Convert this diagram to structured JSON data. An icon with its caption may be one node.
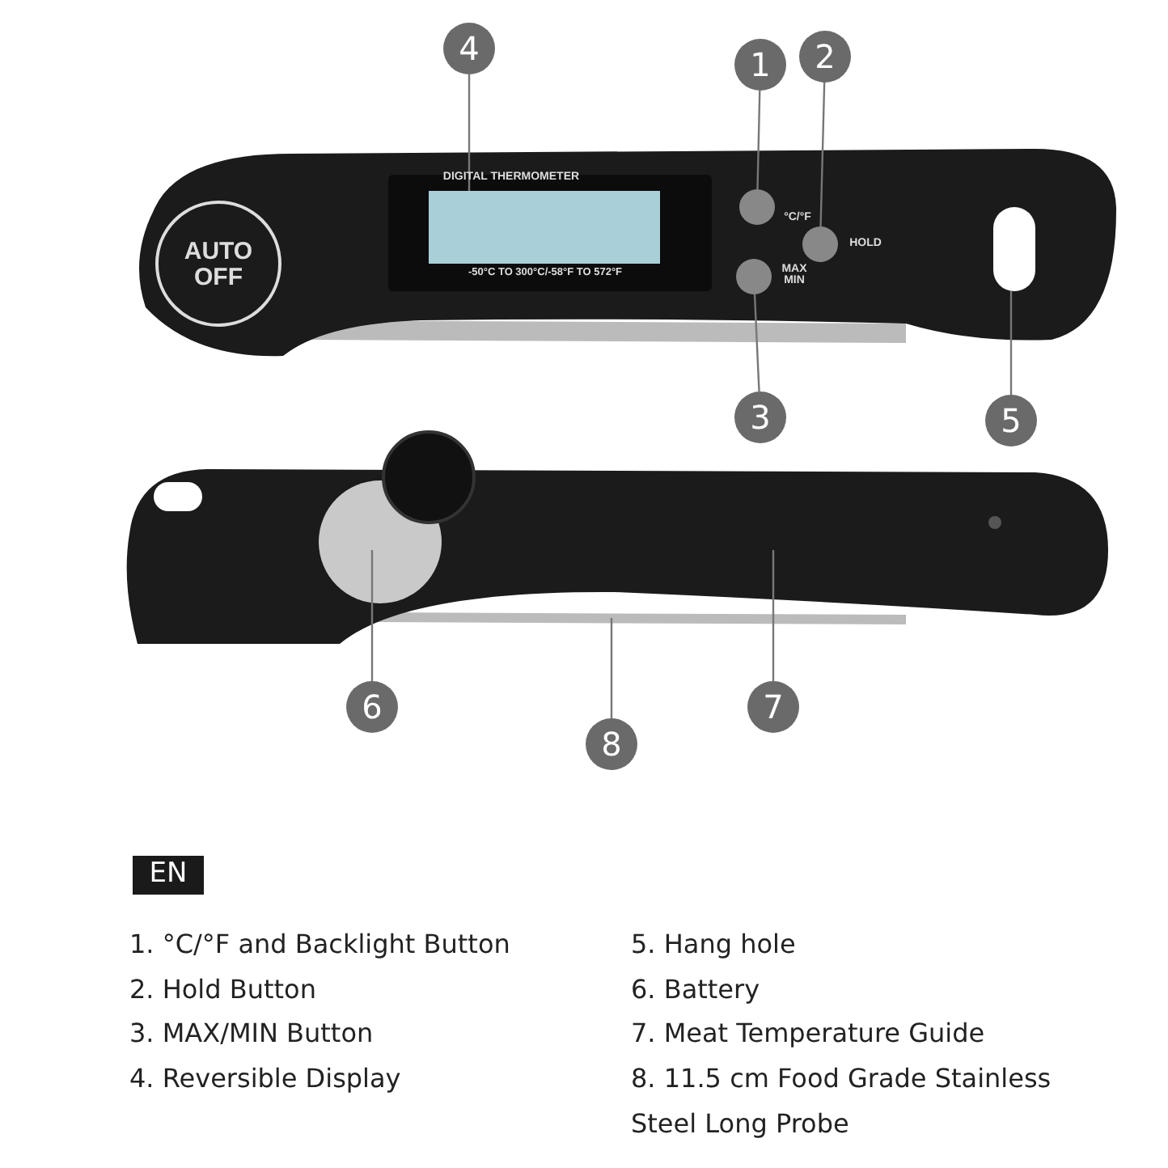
{
  "diagram": {
    "nodes": [
      {
        "text": [
          "1"
        ]
      },
      {
        "text": [
          "2"
        ]
      },
      {
        "text": [
          "3"
        ]
      },
      {
        "text": [
          "4"
        ]
      },
      {
        "text": [
          "5"
        ]
      },
      {
        "text": [
          "6"
        ]
      },
      {
        "text": [
          "7"
        ]
      },
      {
        "text": [
          "8"
        ]
      },
      {
        "text": [],
        "shape": "box"
      },
      {
        "text": [],
        "shape": "circle"
      },
      {
        "text": [],
        "shape": "circle"
      },
      {
        "text": [],
        "shape": "circle"
      }
    ],
    "edges": [
      {
        "from": 0,
        "to": 10,
        "arrow": "none"
      },
      {
        "from": 1,
        "to": 11,
        "arrow": "none"
      },
      {
        "from": 2,
        "to": 9,
        "arrow": "none"
      },
      {
        "from": 3,
        "to": 8,
        "arrow": "none"
      },
      {
        "from": 4,
        "to": null,
        "arrow": "none"
      },
      {
        "from": 5,
        "to": null,
        "arrow": "none"
      },
      {
        "from": 6,
        "to": null,
        "arrow": "none"
      },
      {
        "from": 7,
        "to": null,
        "arrow": "none"
      }
    ],
    "labels": [
      "DIGITAL THERMOMETER",
      "AUTO OFF",
      "°C/°F",
      "HOLD",
      "MAX MIN",
      "-50°C TO 300°C/-58°F TO 572°F",
      "EN",
      "1. °C/°F and Backlight Button",
      "5. Hang hole",
      "2. Hold Button",
      "6. Battery",
      "3. MAX/MIN Button",
      "7. Meat Temperature Guide",
      "4. Reversible Display",
      "8. 11.5 cm Food Grade Stainless Steel Long Probe"
    ]
  }
}
